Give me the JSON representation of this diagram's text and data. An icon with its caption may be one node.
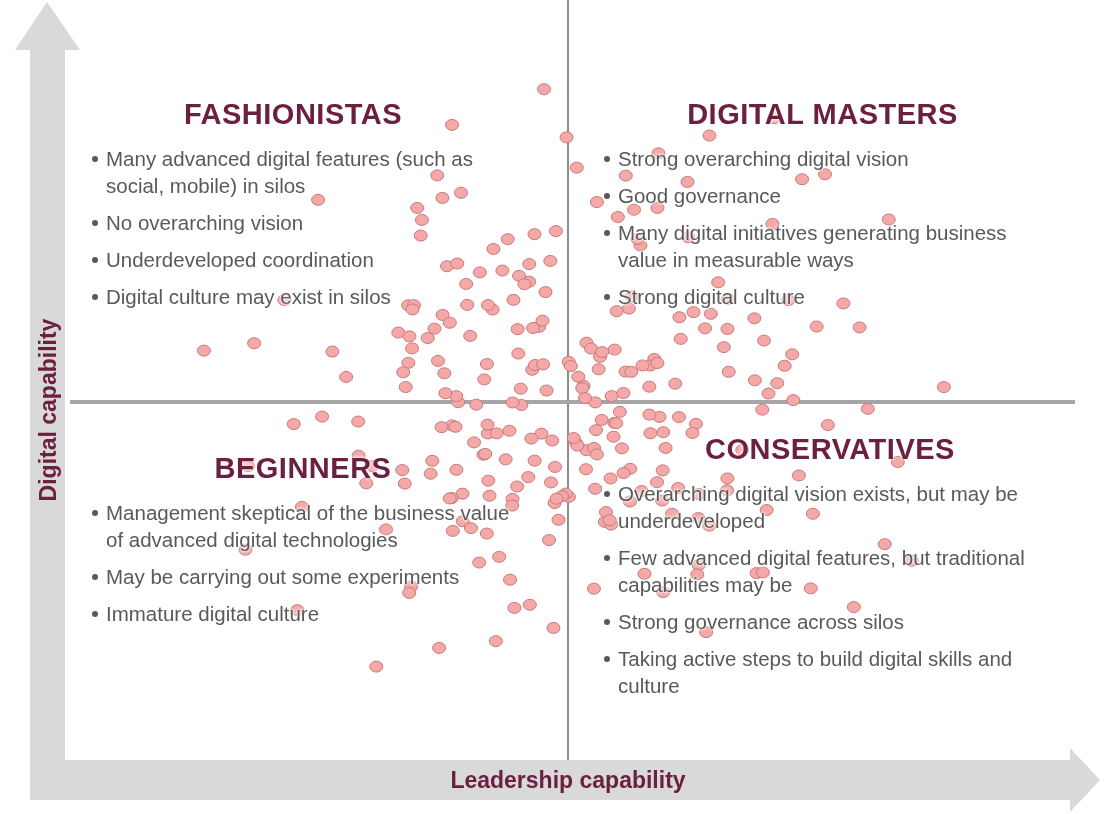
{
  "diagram": {
    "nodes": [
      {
        "text": [
          "FASHIONISTAS",
          "Many advanced digital features (such as social, mobile) in silos",
          "No overarching vision",
          "Underdeveloped coordination",
          "Digital culture may exist in silos"
        ]
      },
      {
        "text": [
          "DIGITAL MASTERS",
          "Strong overarching digital vision",
          "Good governance",
          "Many digital initiatives generating business value in measurable ways",
          "Strong digital culture"
        ]
      },
      {
        "text": [
          "BEGINNERS",
          "Management skeptical of the business value of advanced digital technologies",
          "May be carrying out some experiments",
          "Immature digital culture"
        ]
      },
      {
        "text": [
          "CONSERVATIVES",
          "Overarching digital vision exists, but may be underdeveloped",
          "Few advanced digital features, but traditional capabilities may be",
          "Strong governance across silos",
          "Taking active steps to build digital skills and culture"
        ]
      }
    ],
    "labels": [
      "Digital capability",
      "Leadership capability"
    ]
  }
}
